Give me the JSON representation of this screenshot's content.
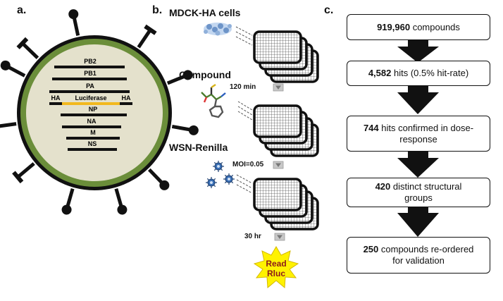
{
  "panels": {
    "a": "a.",
    "b": "b.",
    "c": "c."
  },
  "virus": {
    "genes": [
      "PB2",
      "PB1",
      "PA",
      "NP",
      "NA",
      "M",
      "NS"
    ],
    "reporter": {
      "left": "HA",
      "middle": "Luciferase",
      "right": "HA"
    },
    "colors": {
      "envelope": "#6b8e3a",
      "interior": "#e4e1cc",
      "reporter": "#f2b81e"
    }
  },
  "assay": {
    "steps": [
      "MDCK-HA cells",
      "Compound",
      "WSN-Renilla"
    ],
    "times": [
      "120 min",
      "MOI=0.05",
      "30 hr"
    ],
    "readout": [
      "Read",
      "Rluc"
    ],
    "colors": {
      "starburst": "#fff200",
      "readout_text": "#8b1a1a"
    }
  },
  "pipeline": [
    {
      "value": "919,960",
      "text": " compounds"
    },
    {
      "value": "4,582",
      "text": " hits (0.5% hit-rate)"
    },
    {
      "value": "744",
      "text": " hits confirmed in dose-response"
    },
    {
      "value": "420",
      "text": " distinct structural groups"
    },
    {
      "value": "250",
      "text": " compounds re-ordered for validation"
    }
  ]
}
